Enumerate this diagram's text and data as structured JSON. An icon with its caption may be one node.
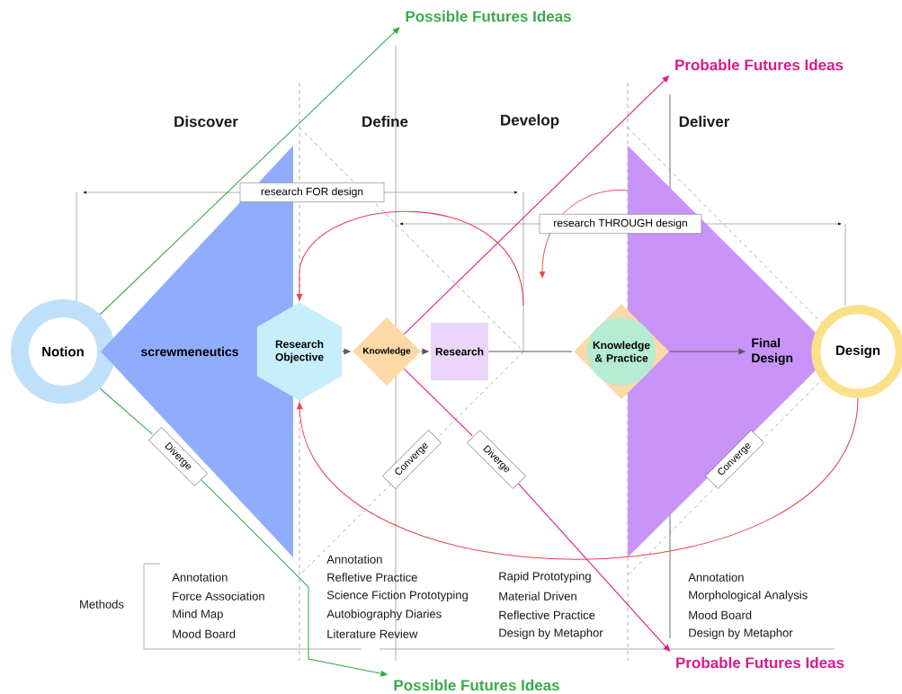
{
  "diagram": {
    "nodes": [
      {
        "text": [
          "Notion"
        ]
      },
      {
        "text": [
          "screwmeneutics"
        ]
      },
      {
        "text": [
          "Research Objective"
        ]
      },
      {
        "text": [
          "Knowledge"
        ]
      },
      {
        "text": [
          "Research"
        ]
      },
      {
        "text": [
          "Knowledge & Practice"
        ]
      },
      {
        "text": [
          "Final Design"
        ]
      },
      {
        "text": [
          "Design"
        ]
      },
      {
        "text": [
          "Possible Futures Ideas"
        ]
      },
      {
        "text": [
          "Probable Futures Ideas"
        ]
      },
      {
        "text": [
          "Possible Futures Ideas"
        ]
      },
      {
        "text": [
          "Probable Futures Ideas"
        ]
      },
      {
        "text": [
          "research FOR design"
        ]
      },
      {
        "text": [
          "research THROUGH design"
        ]
      },
      {
        "text": [
          "Diverge"
        ]
      },
      {
        "text": [
          "Converge"
        ]
      },
      {
        "text": [
          "Diverge"
        ]
      },
      {
        "text": [
          "Converge"
        ]
      }
    ],
    "edges": [
      {
        "from": 2,
        "to": 3,
        "arrow": "to"
      },
      {
        "from": 3,
        "to": 4,
        "arrow": "to"
      },
      {
        "from": 4,
        "to": 5,
        "arrow": "none"
      },
      {
        "from": 5,
        "to": 6,
        "arrow": "to"
      },
      {
        "from": 0,
        "to": 8,
        "arrow": "to",
        "color": "#3aaa4a"
      },
      {
        "from": 0,
        "to": 14,
        "arrow": "none",
        "color": "#3aaa4a"
      },
      {
        "from": 14,
        "to": 10,
        "arrow": "to",
        "color": "#3aaa4a"
      },
      {
        "from": 3,
        "to": 9,
        "arrow": "to",
        "color": "#e0168c"
      },
      {
        "from": 3,
        "to": 16,
        "arrow": "none",
        "color": "#e0168c"
      },
      {
        "from": 16,
        "to": 11,
        "arrow": "to",
        "color": "#e0168c"
      },
      {
        "from": null,
        "to": 2,
        "arrow": "to",
        "color": "#e8454f"
      },
      {
        "from": 7,
        "to": 2,
        "arrow": "to",
        "color": "#e8454f"
      }
    ],
    "labels": [
      "Discover",
      "Define",
      "Develop",
      "Deliver",
      "Methods",
      "Annotation",
      "Force Association",
      "Mind Map",
      "Mood Board",
      "Annotation",
      "Refletive Practice",
      "Science Fiction Prototyping",
      "Autobiography Diaries",
      "Literature Review",
      "Rapid Prototyping",
      "Material Driven",
      "Reflective Practice",
      "Design by Metaphor",
      "Annotation",
      "Morphological Analysis",
      "Mood Board",
      "Design by Metaphor"
    ]
  }
}
